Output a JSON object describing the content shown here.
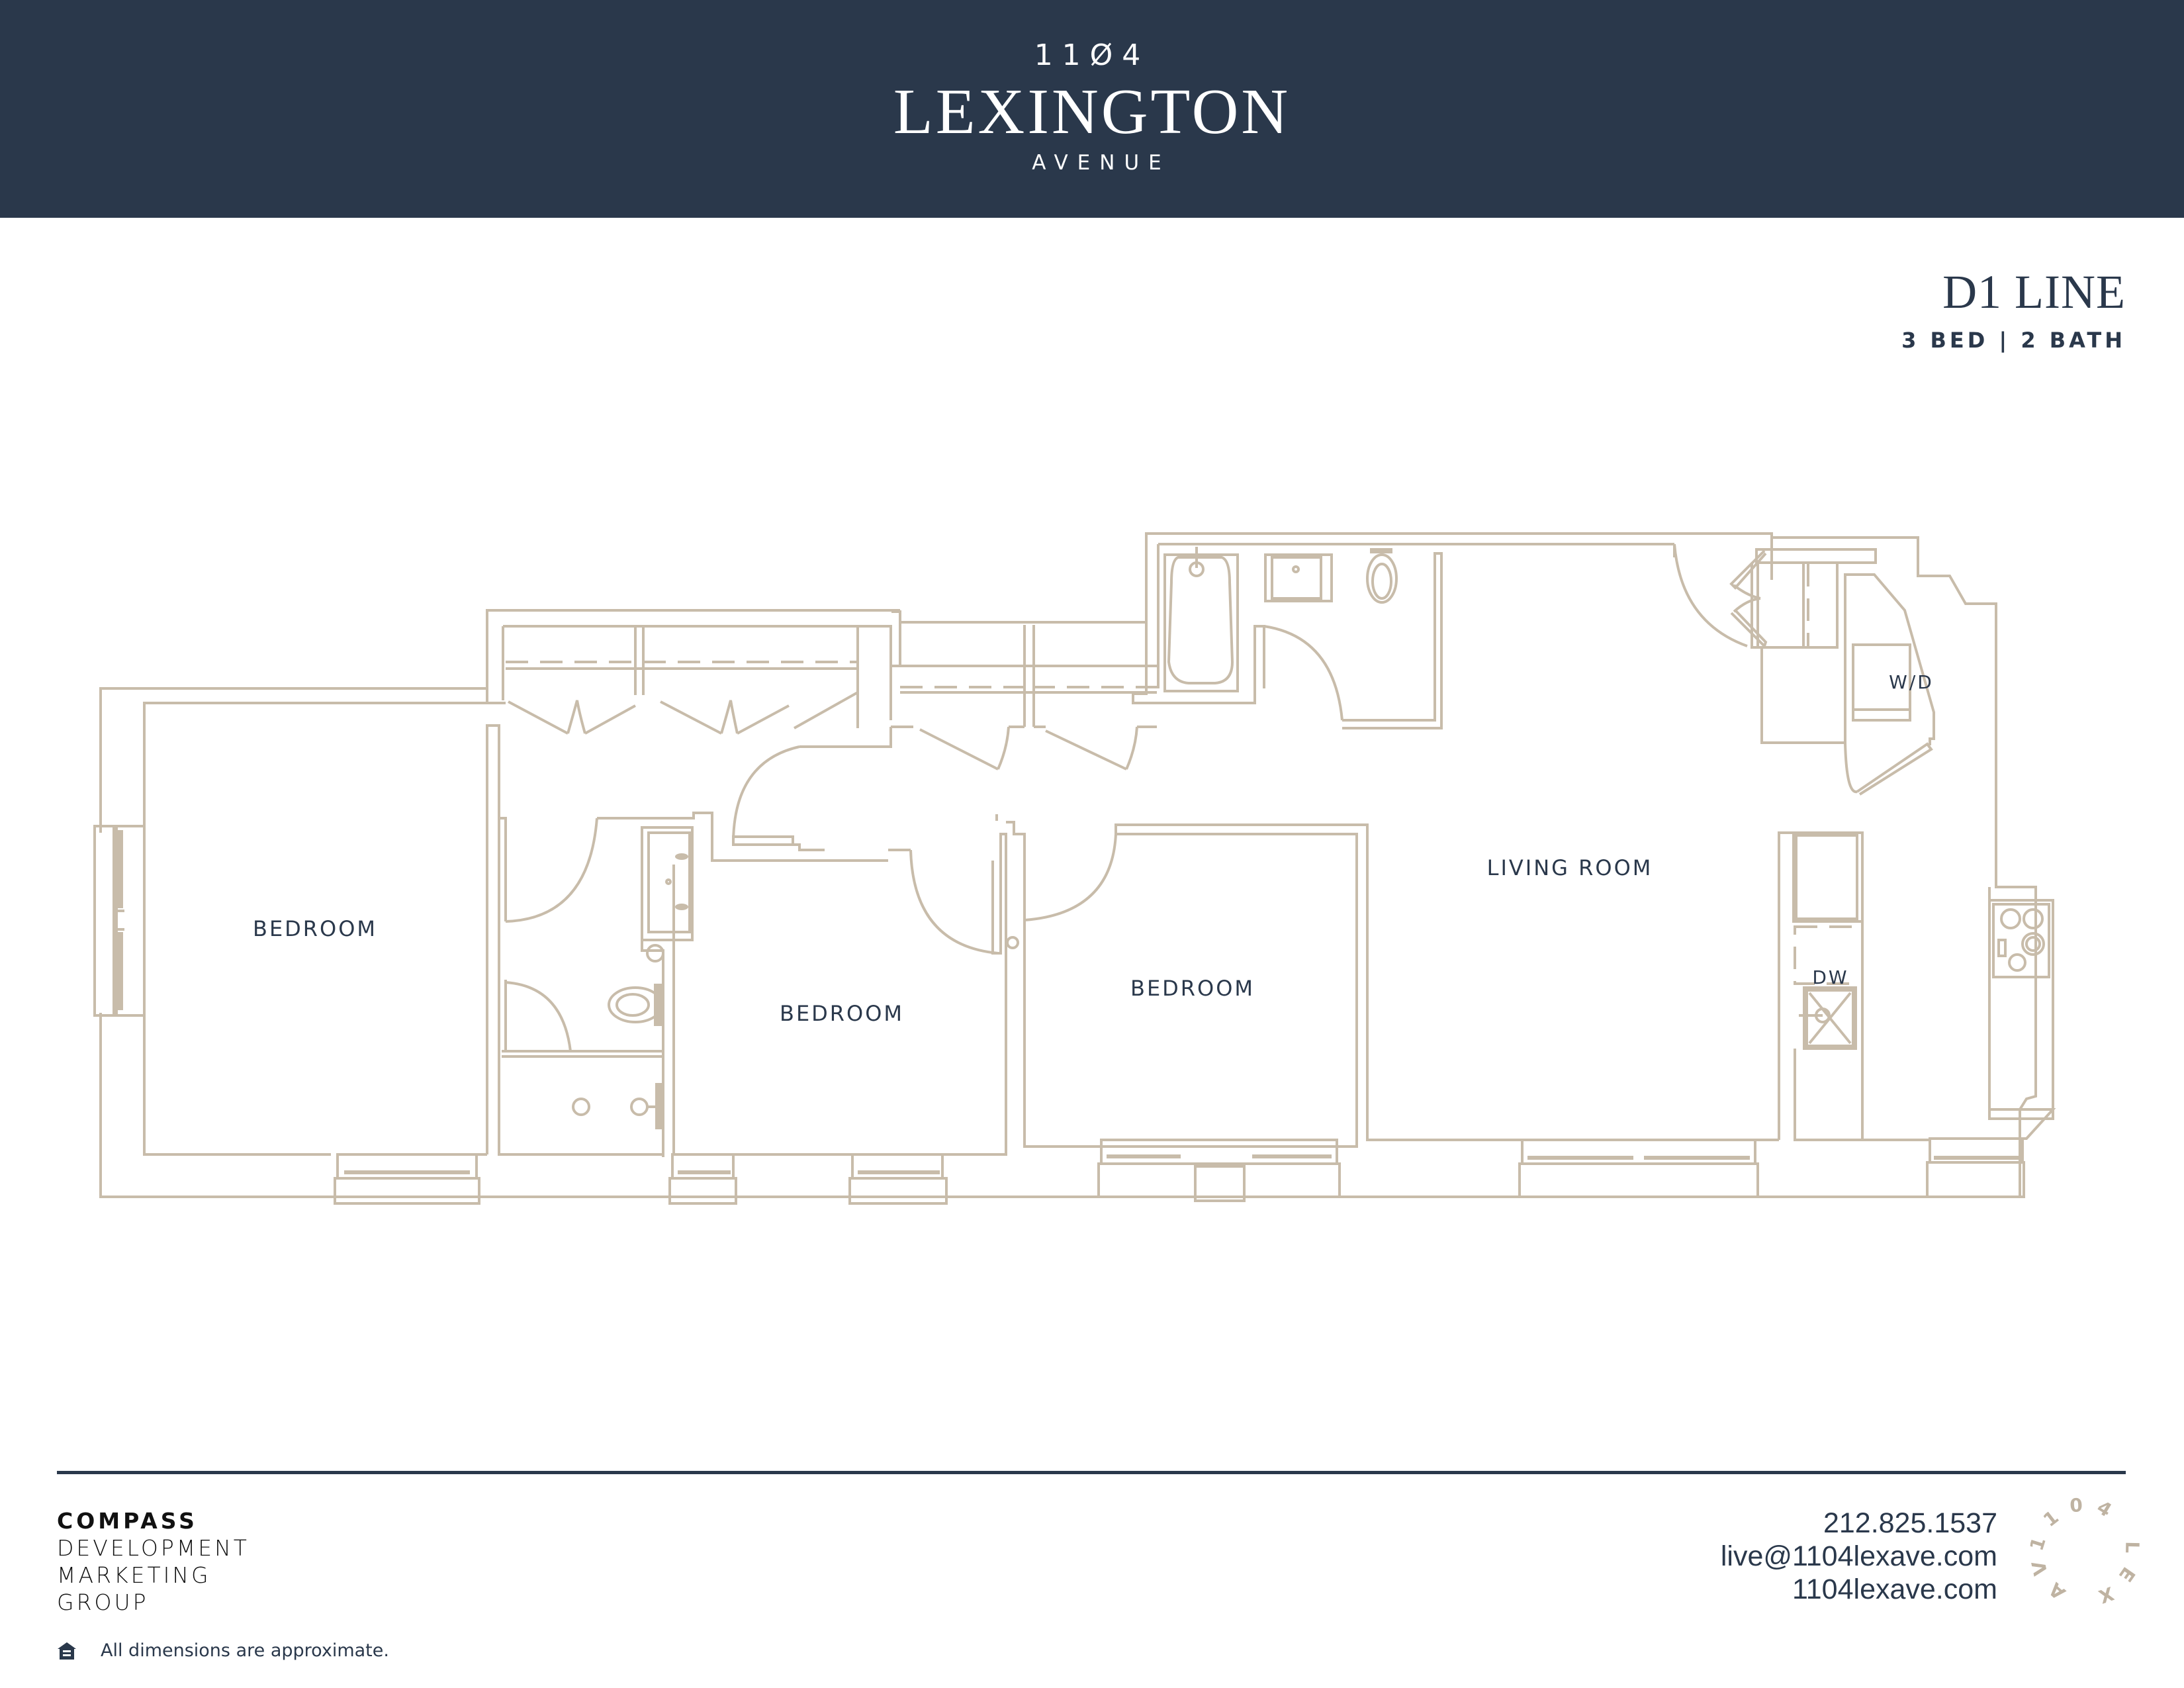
{
  "header": {
    "logo_number": "11Ø4",
    "logo_name": "LEXINGTON",
    "logo_sub": "AVENUE",
    "background": "#2a384b"
  },
  "unit": {
    "title": "D1 LINE",
    "subtitle": "3 BED | 2 BATH"
  },
  "floorplan": {
    "line_color": "#c8bcaa",
    "label_color": "#2a384b",
    "rooms": [
      {
        "label": "BEDROOM"
      },
      {
        "label": "BEDROOM"
      },
      {
        "label": "BEDROOM"
      },
      {
        "label": "LIVING ROOM"
      }
    ],
    "appliances": {
      "washer_dryer": "W/D",
      "dishwasher": "DW"
    }
  },
  "footer": {
    "brand": {
      "name": "COMPASS",
      "lines": [
        "DEVELOPMENT",
        "MARKETING",
        "GROUP"
      ]
    },
    "disclaimer": "All dimensions are approximate.",
    "contact": {
      "phone": "212.825.1537",
      "email": "live@1104lexave.com",
      "website": "1104lexave.com"
    },
    "circle_logo": "1104 LEX AVE"
  }
}
